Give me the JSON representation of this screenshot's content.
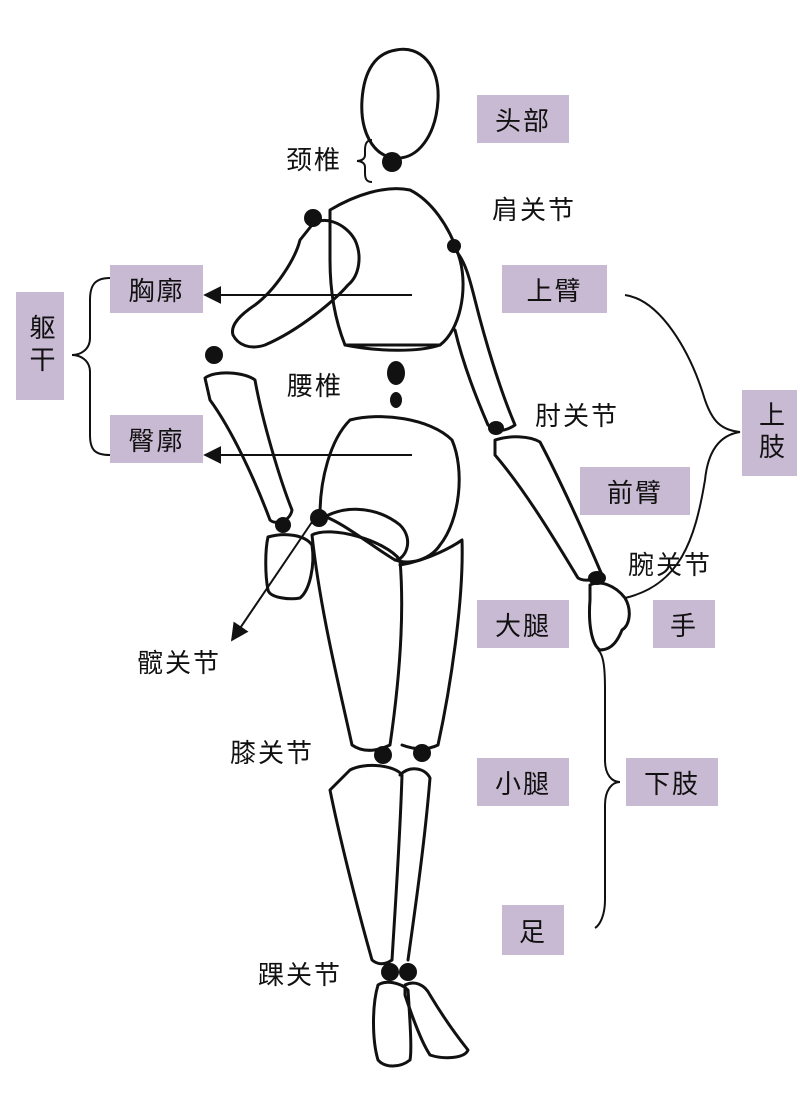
{
  "colors": {
    "label_box": "#c9bad3",
    "line": "#111111",
    "joint": "#111111"
  },
  "boxes": {
    "head": "头部",
    "upper_arm": "上臂",
    "chest_contour": "胸廓",
    "hip_contour": "臀廓",
    "forearm": "前臂",
    "thigh": "大腿",
    "hand": "手",
    "lower_leg": "小腿",
    "lower_limb": "下肢",
    "foot": "足",
    "trunk": "躯干",
    "upper_limb": "上肢"
  },
  "labels": {
    "cervical": "颈椎",
    "shoulder_joint": "肩关节",
    "lumbar": "腰椎",
    "elbow_joint": "肘关节",
    "wrist_joint": "腕关节",
    "hip_joint": "髋关节",
    "knee_joint": "膝关节",
    "ankle_joint": "踝关节"
  }
}
